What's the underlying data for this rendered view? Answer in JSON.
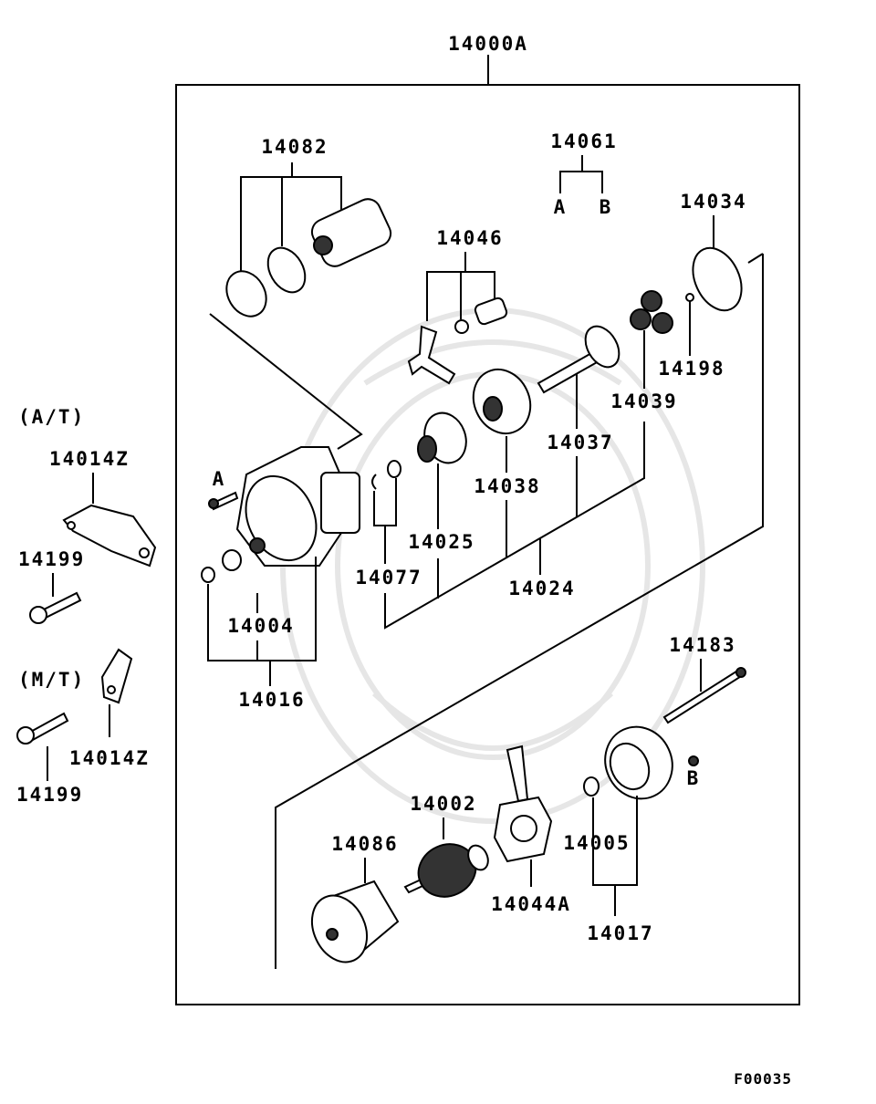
{
  "diagram": {
    "assembly_label": "14000A",
    "figure_code": "F00035",
    "variant_labels": {
      "at": "(A/T)",
      "mt": "(M/T)"
    },
    "parts": {
      "p14082": "14082",
      "p14061": "14061",
      "p14061_a": "A",
      "p14061_b": "B",
      "p14046": "14046",
      "p14034": "14034",
      "p14198": "14198",
      "p14039": "14039",
      "p14037": "14037",
      "p14038": "14038",
      "p14025": "14025",
      "p14024": "14024",
      "p14077": "14077",
      "p14004": "14004",
      "p14016": "14016",
      "p14183": "14183",
      "p14002": "14002",
      "p14086": "14086",
      "p14044A": "14044A",
      "p14005": "14005",
      "p14017": "14017",
      "marker_a": "A",
      "marker_b": "B",
      "p14014Z_at": "14014Z",
      "p14199_at": "14199",
      "p14014Z_mt": "14014Z",
      "p14199_mt": "14199"
    }
  }
}
